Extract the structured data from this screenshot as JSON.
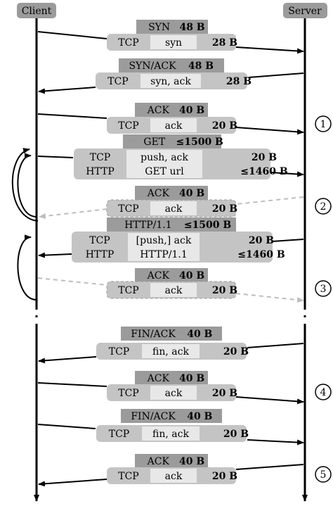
{
  "colors": {
    "head_fill": "#9b9b9b",
    "row_fill": "#c4c4c4",
    "value_fill": "#e8e8e8",
    "line": "#000000",
    "dashed": "#bdbdbd"
  },
  "endpoints": {
    "client": "Client",
    "server": "Server"
  },
  "markers": [
    "1",
    "2",
    "3",
    "4",
    "5"
  ],
  "packets": [
    {
      "head": [
        "SYN",
        "48 B"
      ],
      "rows": [
        [
          "TCP",
          "syn",
          "28 B"
        ]
      ]
    },
    {
      "head": [
        "SYN/ACK",
        "48 B"
      ],
      "rows": [
        [
          "TCP",
          "syn, ack",
          "28 B"
        ]
      ]
    },
    {
      "head": [
        "ACK",
        "40 B"
      ],
      "rows": [
        [
          "TCP",
          "ack",
          "20 B"
        ]
      ]
    },
    {
      "head": [
        "GET",
        "≤1500 B"
      ],
      "rows": [
        [
          "TCP",
          "push, ack",
          "20 B"
        ],
        [
          "HTTP",
          "GET url",
          "≤1460 B"
        ]
      ]
    },
    {
      "head": [
        "ACK",
        "40 B"
      ],
      "rows": [
        [
          "TCP",
          "ack",
          "20 B"
        ]
      ]
    },
    {
      "head": [
        "HTTP/1.1",
        "≤1500 B"
      ],
      "rows": [
        [
          "TCP",
          "[push,] ack",
          "20 B"
        ],
        [
          "HTTP",
          "HTTP/1.1",
          "≤1460 B"
        ]
      ]
    },
    {
      "head": [
        "ACK",
        "40 B"
      ],
      "rows": [
        [
          "TCP",
          "ack",
          "20 B"
        ]
      ]
    },
    {
      "head": [
        "FIN/ACK",
        "40 B"
      ],
      "rows": [
        [
          "TCP",
          "fin, ack",
          "20 B"
        ]
      ]
    },
    {
      "head": [
        "ACK",
        "40 B"
      ],
      "rows": [
        [
          "TCP",
          "ack",
          "20 B"
        ]
      ]
    },
    {
      "head": [
        "FIN/ACK",
        "40 B"
      ],
      "rows": [
        [
          "TCP",
          "fin, ack",
          "20 B"
        ]
      ]
    },
    {
      "head": [
        "ACK",
        "40 B"
      ],
      "rows": [
        [
          "TCP",
          "ack",
          "20 B"
        ]
      ]
    }
  ]
}
